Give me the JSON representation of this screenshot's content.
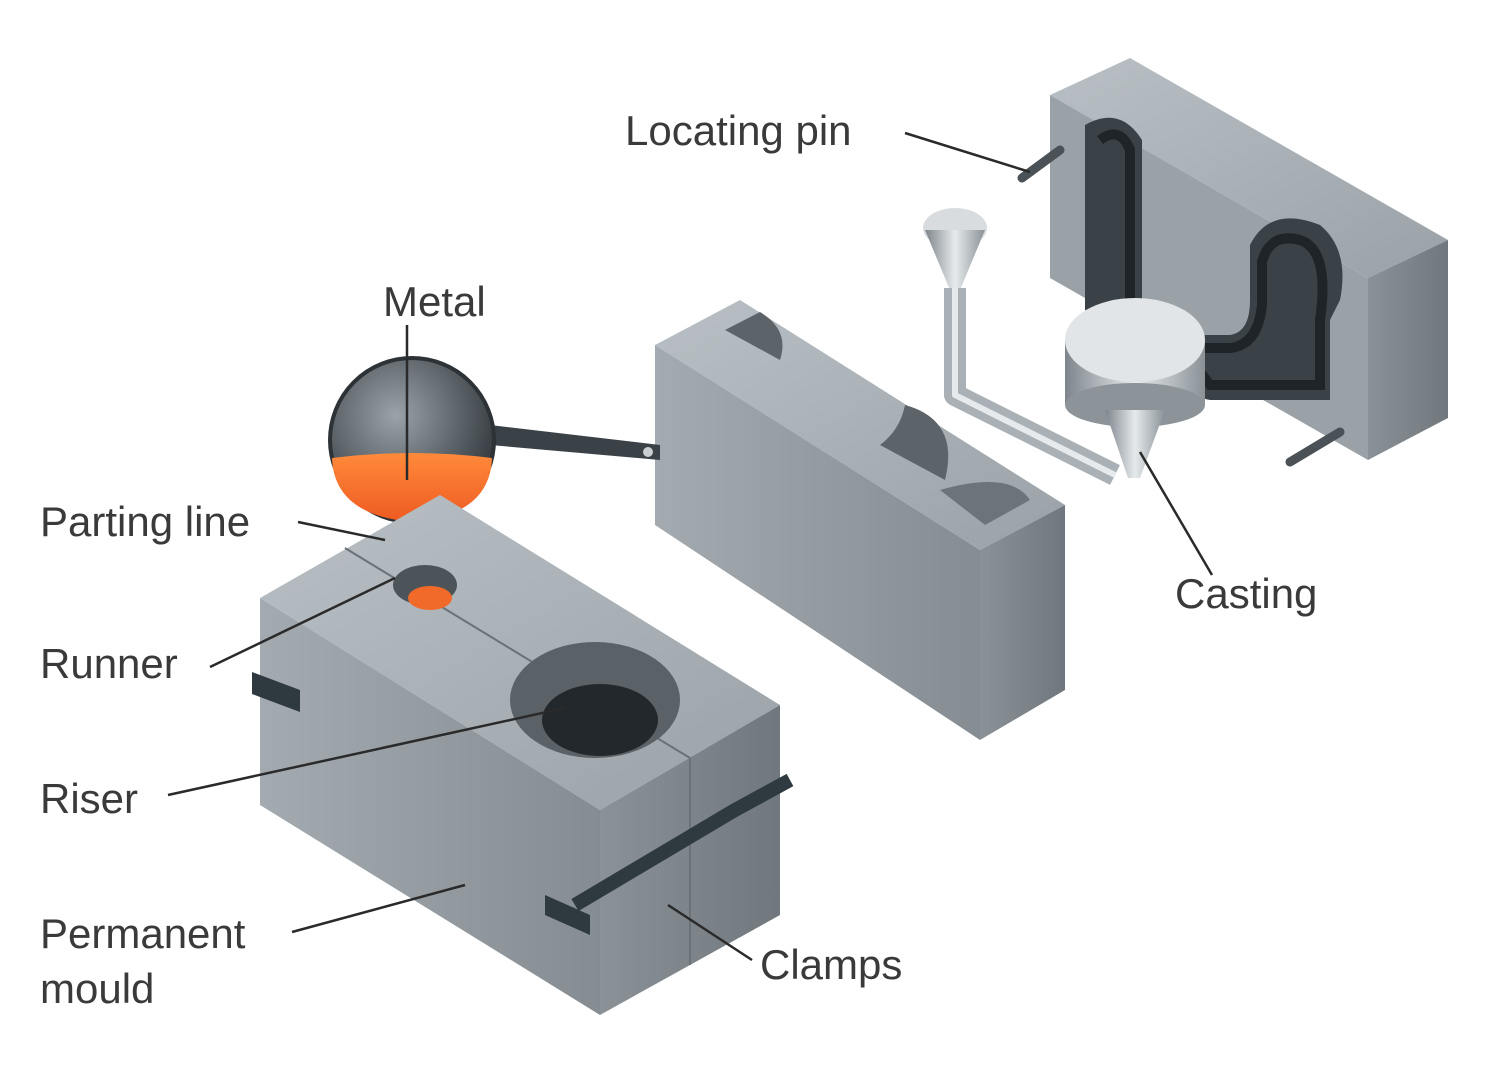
{
  "labels": {
    "locating_pin": "Locating pin",
    "metal": "Metal",
    "parting_line": "Parting line",
    "runner": "Runner",
    "riser": "Riser",
    "permanent_mould_1": "Permanent",
    "permanent_mould_2": "mould",
    "clamps": "Clamps",
    "casting": "Casting"
  },
  "colors": {
    "mould_top": "#a8b0b6",
    "mould_front": "#8f979d",
    "mould_side": "#7b838a",
    "molten_metal": "#f26a2a",
    "clamp": "#2f3a40",
    "leader_line": "#2a2a2a",
    "label_text": "#3a3a3a"
  }
}
